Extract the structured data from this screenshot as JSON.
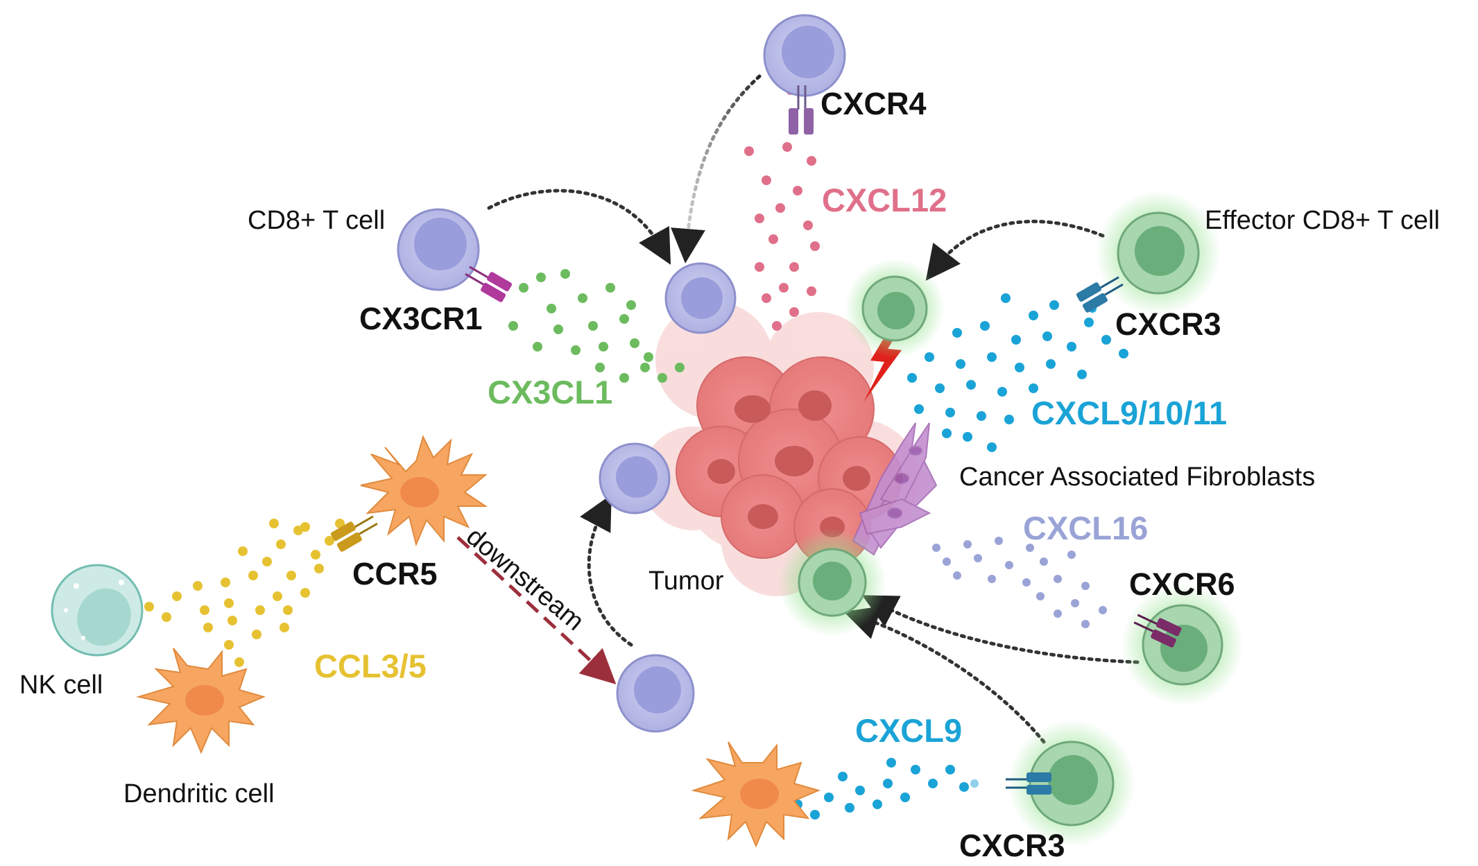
{
  "labels": {
    "cd8_t_cell": "CD8+ T cell",
    "effector_cd8_t_cell": "Effector CD8+ T cell",
    "nk_cell": "NK cell",
    "dendritic_cell": "Dendritic cell",
    "tumor": "Tumor",
    "cafs": "Cancer Associated Fibroblasts",
    "downstream": "downstream"
  },
  "receptors": {
    "cxcr4": "CXCR4",
    "cx3cr1": "CX3CR1",
    "cxcr3_top": "CXCR3",
    "ccr5": "CCR5",
    "cxcr6": "CXCR6",
    "cxcr3_bottom": "CXCR3"
  },
  "chemokines": {
    "cxcl12": "CXCL12",
    "cx3cl1": "CX3CL1",
    "cxcl9_10_11": "CXCL9/10/11",
    "cxcl16": "CXCL16",
    "ccl3_5": "CCL3/5",
    "cxcl9": "CXCL9"
  },
  "colors": {
    "cxcl12": "#e0708a",
    "cx3cl1": "#6cbb5e",
    "cxcl9_10_11": "#1aa3d6",
    "cxcl16": "#9aa3d6",
    "ccl3_5": "#e6c232",
    "cxcl9": "#1aa3d6",
    "t_cell": "#a9acdf",
    "effector_cell": "#9fd1a6",
    "dendritic": "#f7a661",
    "tumor": "#e98585",
    "caf": "#c48fd0",
    "nk": "#cdeae6",
    "arrow_dotted": "#222222",
    "arrow_downstream": "#9c2f3c",
    "lightning": "#e0201a"
  },
  "icons": [
    "t-cell-icon",
    "effector-t-cell-icon",
    "dendritic-cell-icon",
    "nk-cell-icon",
    "tumor-icon",
    "fibroblast-icon",
    "receptor-icon",
    "lightning-icon"
  ]
}
